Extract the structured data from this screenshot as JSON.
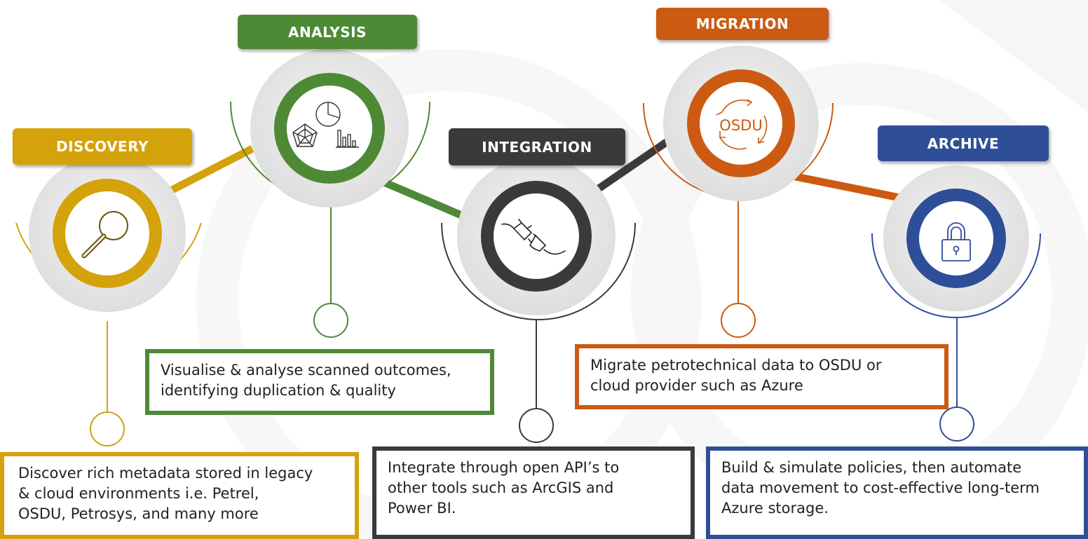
{
  "colors": {
    "discovery": "#d4a20a",
    "analysis": "#4e8a35",
    "integration": "#3a3a3a",
    "migration": "#cc5a12",
    "archive": "#2e4f98"
  },
  "stages": [
    {
      "id": "discovery",
      "label": "DISCOVERY",
      "icon": "magnifier-icon",
      "description": [
        "Discover rich metadata stored in legacy",
        "& cloud environments i.e. Petrel,",
        "OSDU, Petrosys, and many more"
      ]
    },
    {
      "id": "analysis",
      "label": "ANALYSIS",
      "icon": "analytics-charts-icon",
      "description": [
        "Visualise & analyse scanned outcomes,",
        "identifying duplication & quality"
      ]
    },
    {
      "id": "integration",
      "label": "INTEGRATION",
      "icon": "plug-icon",
      "description": [
        "Integrate through open API’s to",
        "other tools such as ArcGIS and",
        "Power BI."
      ]
    },
    {
      "id": "migration",
      "label": "MIGRATION",
      "icon": "cycle-arrows-icon",
      "icon_text": "OSDU",
      "description": [
        "Migrate petrotechnical  data to OSDU or",
        "cloud provider such as Azure"
      ]
    },
    {
      "id": "archive",
      "label": "ARCHIVE",
      "icon": "padlock-icon",
      "description": [
        "Build & simulate policies, then automate",
        "data movement to cost-effective long-term",
        "Azure storage."
      ]
    }
  ]
}
